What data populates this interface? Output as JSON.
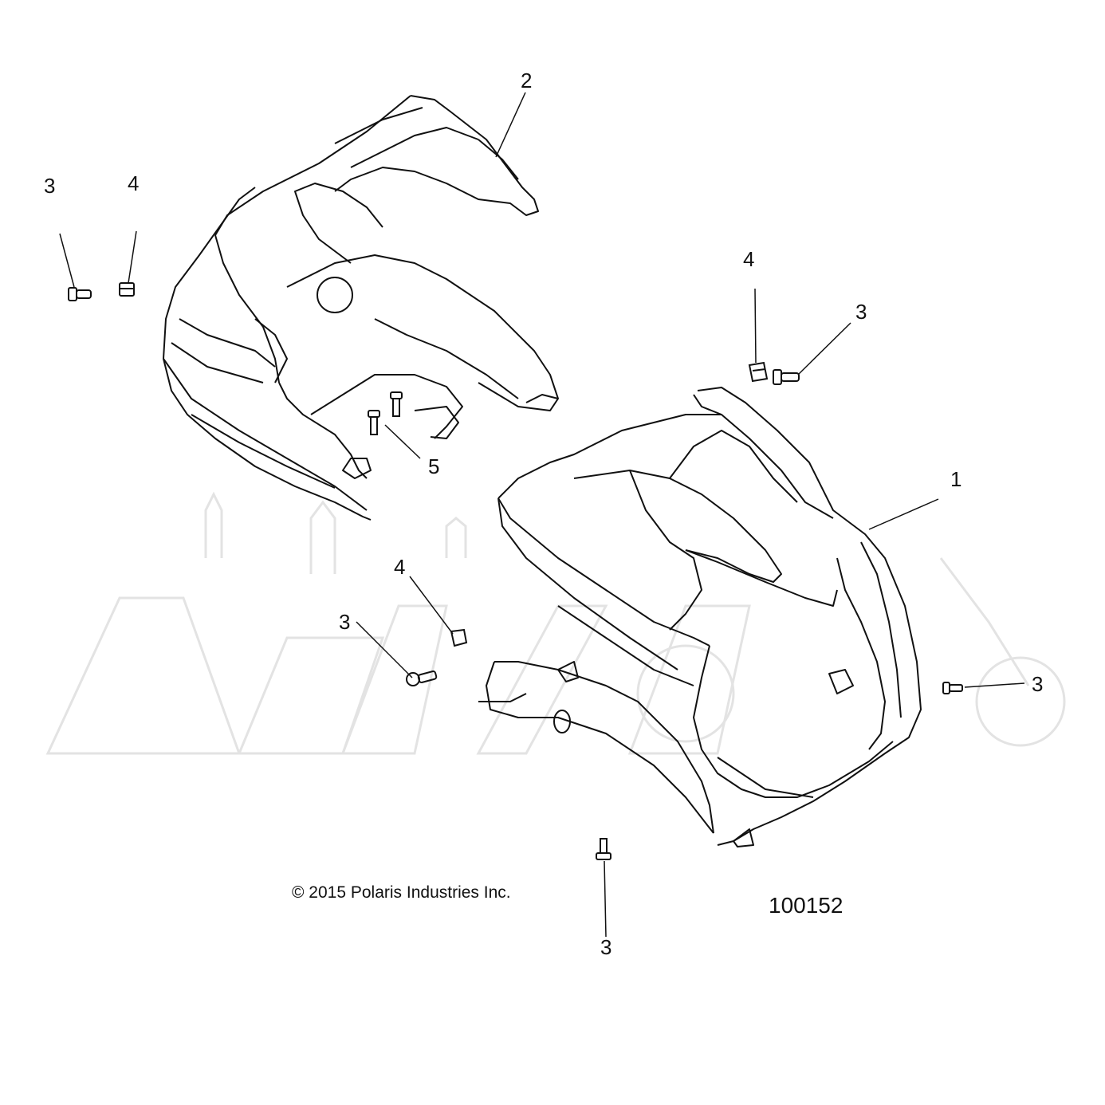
{
  "diagram": {
    "callouts": [
      {
        "id": "c2-top",
        "label": "2"
      },
      {
        "id": "c3-left",
        "label": "3"
      },
      {
        "id": "c4-left",
        "label": "4"
      },
      {
        "id": "c4-right",
        "label": "4"
      },
      {
        "id": "c3-right",
        "label": "3"
      },
      {
        "id": "c5",
        "label": "5"
      },
      {
        "id": "c1",
        "label": "1"
      },
      {
        "id": "c4-mid",
        "label": "4"
      },
      {
        "id": "c3-mid",
        "label": "3"
      },
      {
        "id": "c3-far-right",
        "label": "3"
      },
      {
        "id": "c3-bottom",
        "label": "3"
      }
    ],
    "copyright": "© 2015 Polaris Industries Inc.",
    "diagram_number": "100152",
    "watermark": "AeHAnom",
    "colors": {
      "line": "#111111",
      "watermark": "#e6e6e6"
    }
  }
}
